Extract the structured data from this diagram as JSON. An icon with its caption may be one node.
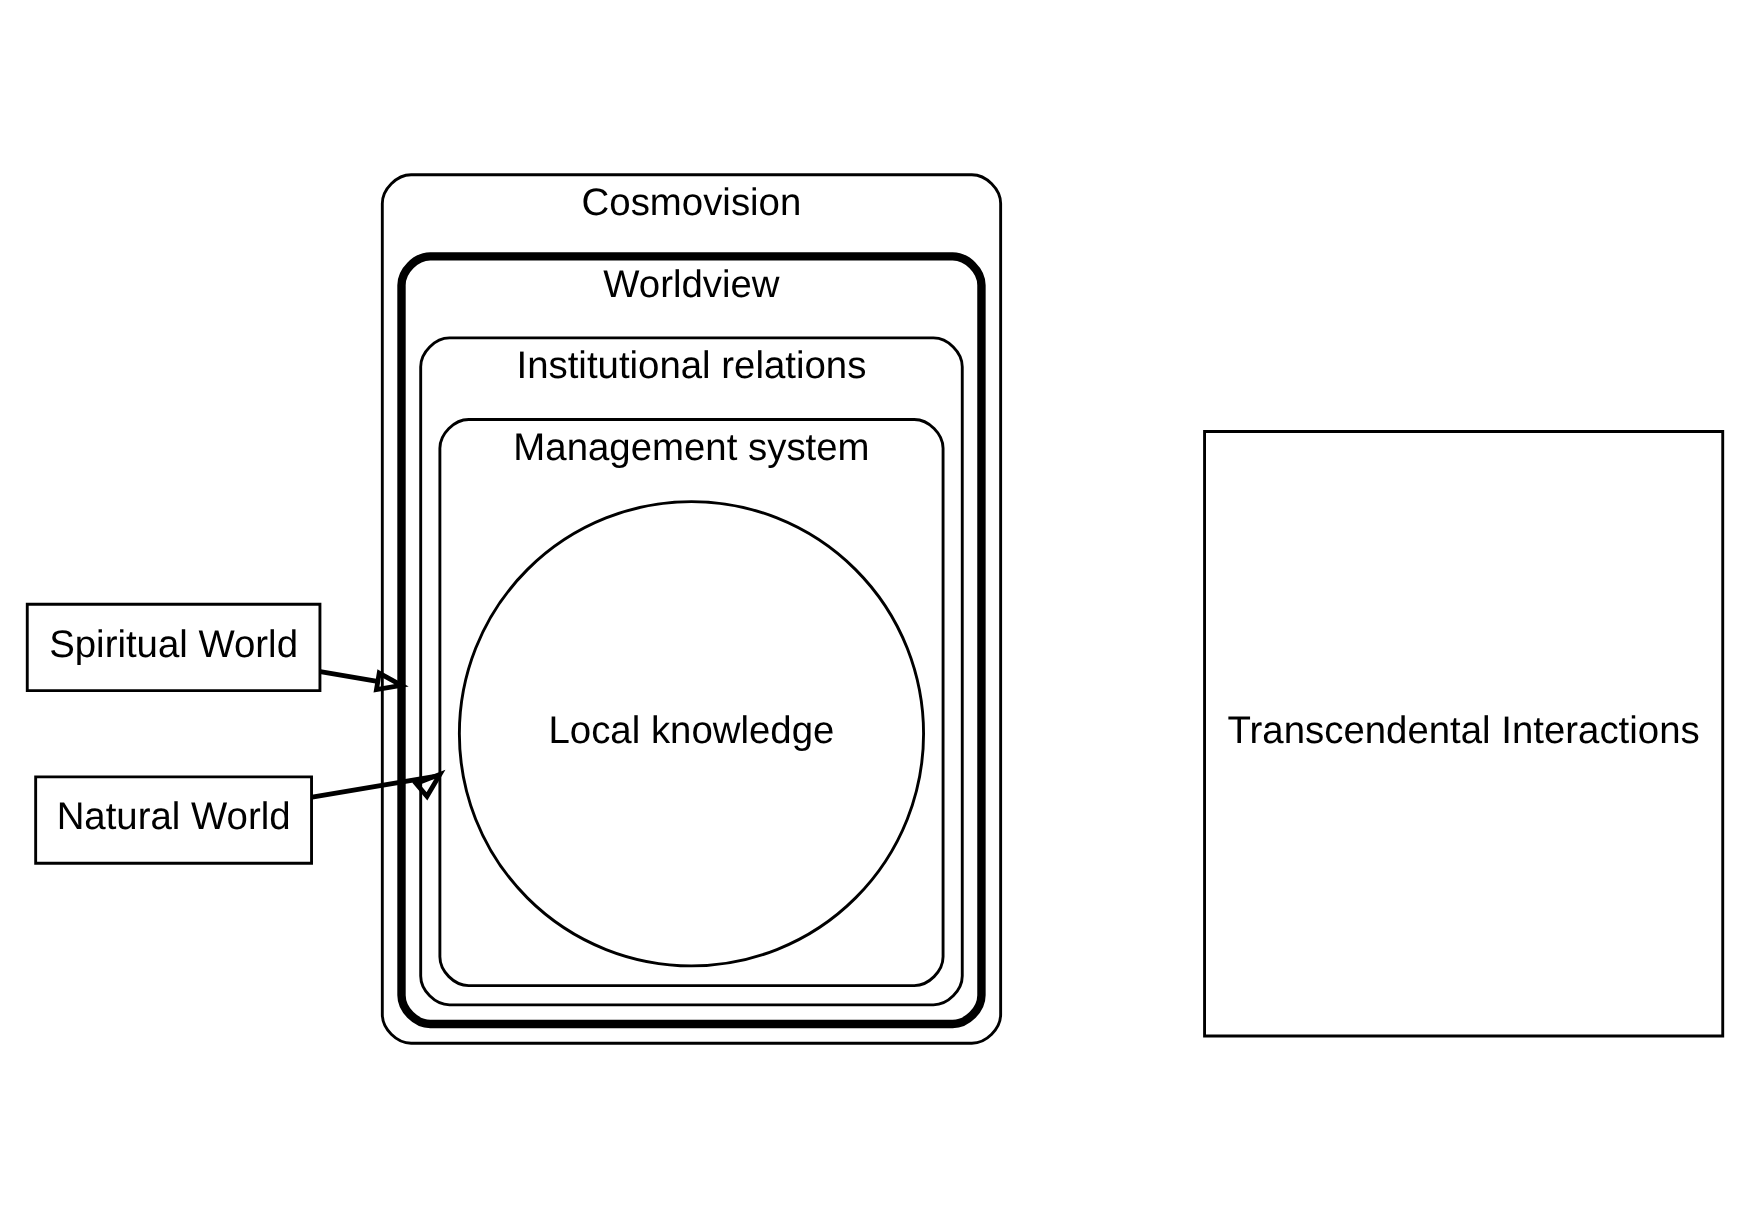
{
  "diagram": {
    "nodes": [
      {
        "text": [
          "Spiritual World"
        ]
      },
      {
        "text": [
          "Natural World"
        ]
      },
      {
        "text": [
          "Cosmovision"
        ]
      },
      {
        "text": [
          "Worldview"
        ],
        "in": 2
      },
      {
        "text": [
          "Institutional relations"
        ],
        "in": 3
      },
      {
        "text": [
          "Management system"
        ],
        "in": 4
      },
      {
        "text": [
          "Local knowledge"
        ],
        "in": 5
      },
      {
        "text": [
          "Transcendental Interactions"
        ]
      }
    ],
    "edges": [
      {
        "from": 0,
        "to": 3,
        "arrow": "to"
      },
      {
        "from": 1,
        "to": 5,
        "arrow": "to"
      }
    ]
  }
}
